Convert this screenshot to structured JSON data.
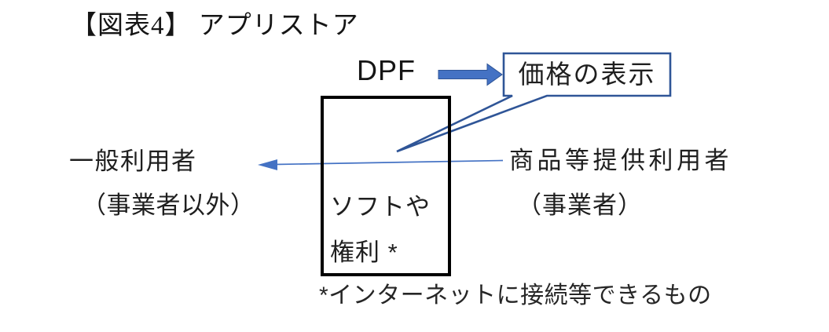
{
  "figure": {
    "title": "【図表4】 アプリストア",
    "platform_label": "DPF",
    "callout": {
      "label": "価格の表示"
    },
    "left_party": {
      "name": "一般利用者",
      "qualifier": "（事業者以外）"
    },
    "right_party": {
      "name": "商品等提供利用者",
      "qualifier": "（事業者）"
    },
    "dpf_box": {
      "line1": "ソフトや",
      "line2": "権利 *"
    },
    "footnote": "*インターネットに接続等できるもの",
    "colors": {
      "arrow_fill": "#4472C4",
      "arrow_edge": "#2F5597",
      "callout_border": "#2F5597",
      "flow_line": "#4472C4",
      "box_border": "#000000"
    }
  }
}
